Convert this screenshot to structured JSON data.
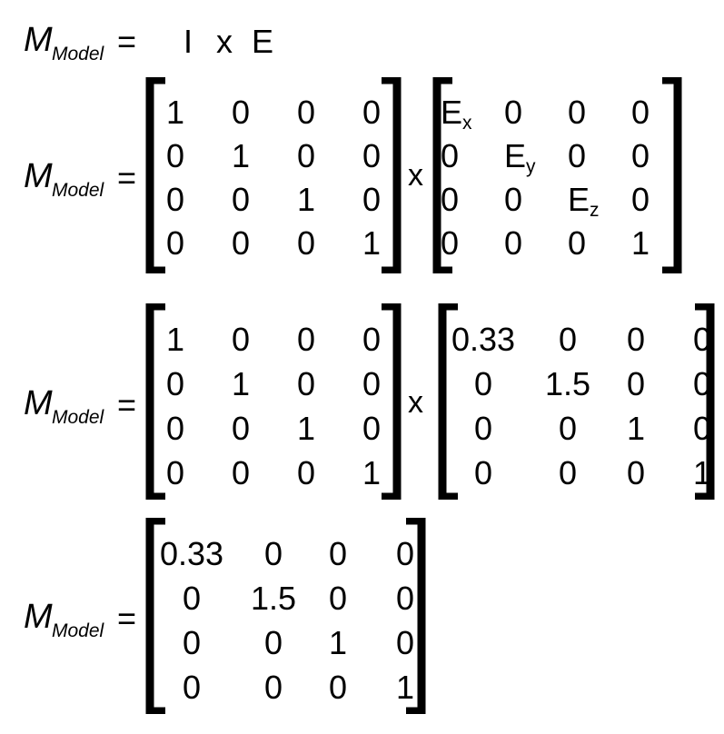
{
  "symbol": "M",
  "subscript": "Model",
  "equals": "=",
  "line1": {
    "I": "I",
    "x": "x",
    "E": "E"
  },
  "times": "x",
  "identity": [
    [
      "1",
      "0",
      "0",
      "0"
    ],
    [
      "0",
      "1",
      "0",
      "0"
    ],
    [
      "0",
      "0",
      "1",
      "0"
    ],
    [
      "0",
      "0",
      "0",
      "1"
    ]
  ],
  "scale_symbolic": [
    [
      "E",
      "0",
      "0",
      "0"
    ],
    [
      "0",
      "E",
      "0",
      "0"
    ],
    [
      "0",
      "0",
      "E",
      "0"
    ],
    [
      "0",
      "0",
      "0",
      "1"
    ]
  ],
  "scale_subscripts": [
    "x",
    "y",
    "z"
  ],
  "scale_numeric": [
    [
      "0.33",
      "0",
      "0",
      "0"
    ],
    [
      "0",
      "1.5",
      "0",
      "0"
    ],
    [
      "0",
      "0",
      "1",
      "0"
    ],
    [
      "0",
      "0",
      "0",
      "1"
    ]
  ],
  "result": [
    [
      "0.33",
      "0",
      "0",
      "0"
    ],
    [
      "0",
      "1.5",
      "0",
      "0"
    ],
    [
      "0",
      "0",
      "1",
      "0"
    ],
    [
      "0",
      "0",
      "0",
      "1"
    ]
  ]
}
